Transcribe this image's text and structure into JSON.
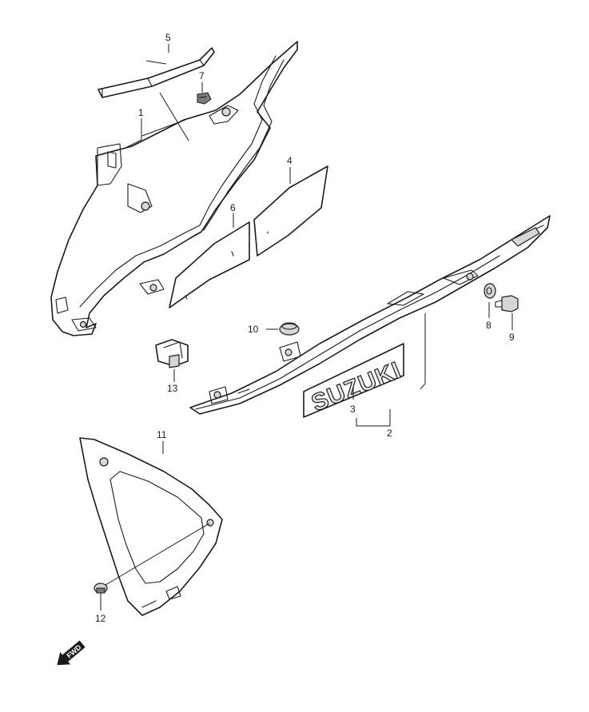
{
  "callouts": {
    "c1": "1",
    "c2": "2",
    "c3": "3",
    "c4": "4",
    "c5": "5",
    "c6": "6",
    "c7": "7",
    "c8": "8",
    "c9": "9",
    "c10": "10",
    "c11": "11",
    "c12": "12",
    "c13": "13"
  },
  "emblem_text": "SUZUKI",
  "direction_label": "FWD",
  "colors": {
    "line": "#1a1a1a",
    "background": "#ffffff",
    "shade": "#d6d6d6"
  }
}
